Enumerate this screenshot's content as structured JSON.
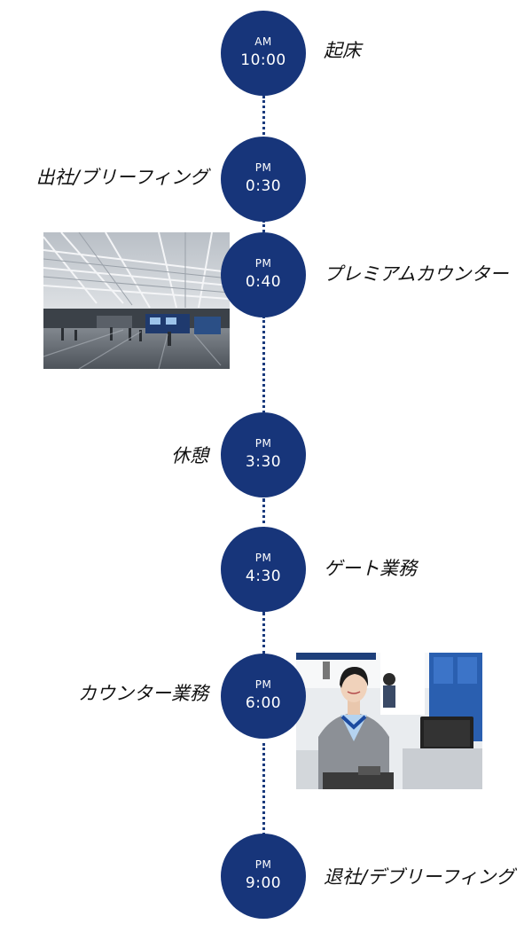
{
  "schedule": [
    {
      "ampm": "AM",
      "time": "10:00",
      "label": "起床"
    },
    {
      "ampm": "PM",
      "time": "0:30",
      "label": "出社/ブリーフィング"
    },
    {
      "ampm": "PM",
      "time": "0:40",
      "label": "プレミアムカウンター"
    },
    {
      "ampm": "PM",
      "time": "3:30",
      "label": "休憩"
    },
    {
      "ampm": "PM",
      "time": "4:30",
      "label": "ゲート業務"
    },
    {
      "ampm": "PM",
      "time": "6:00",
      "label": "カウンター業務"
    },
    {
      "ampm": "PM",
      "time": "9:00",
      "label": "退社/デブリーフィング"
    }
  ],
  "colors": {
    "circle": "#17357a",
    "dots": "#1a3a7d",
    "text": "#111111"
  }
}
